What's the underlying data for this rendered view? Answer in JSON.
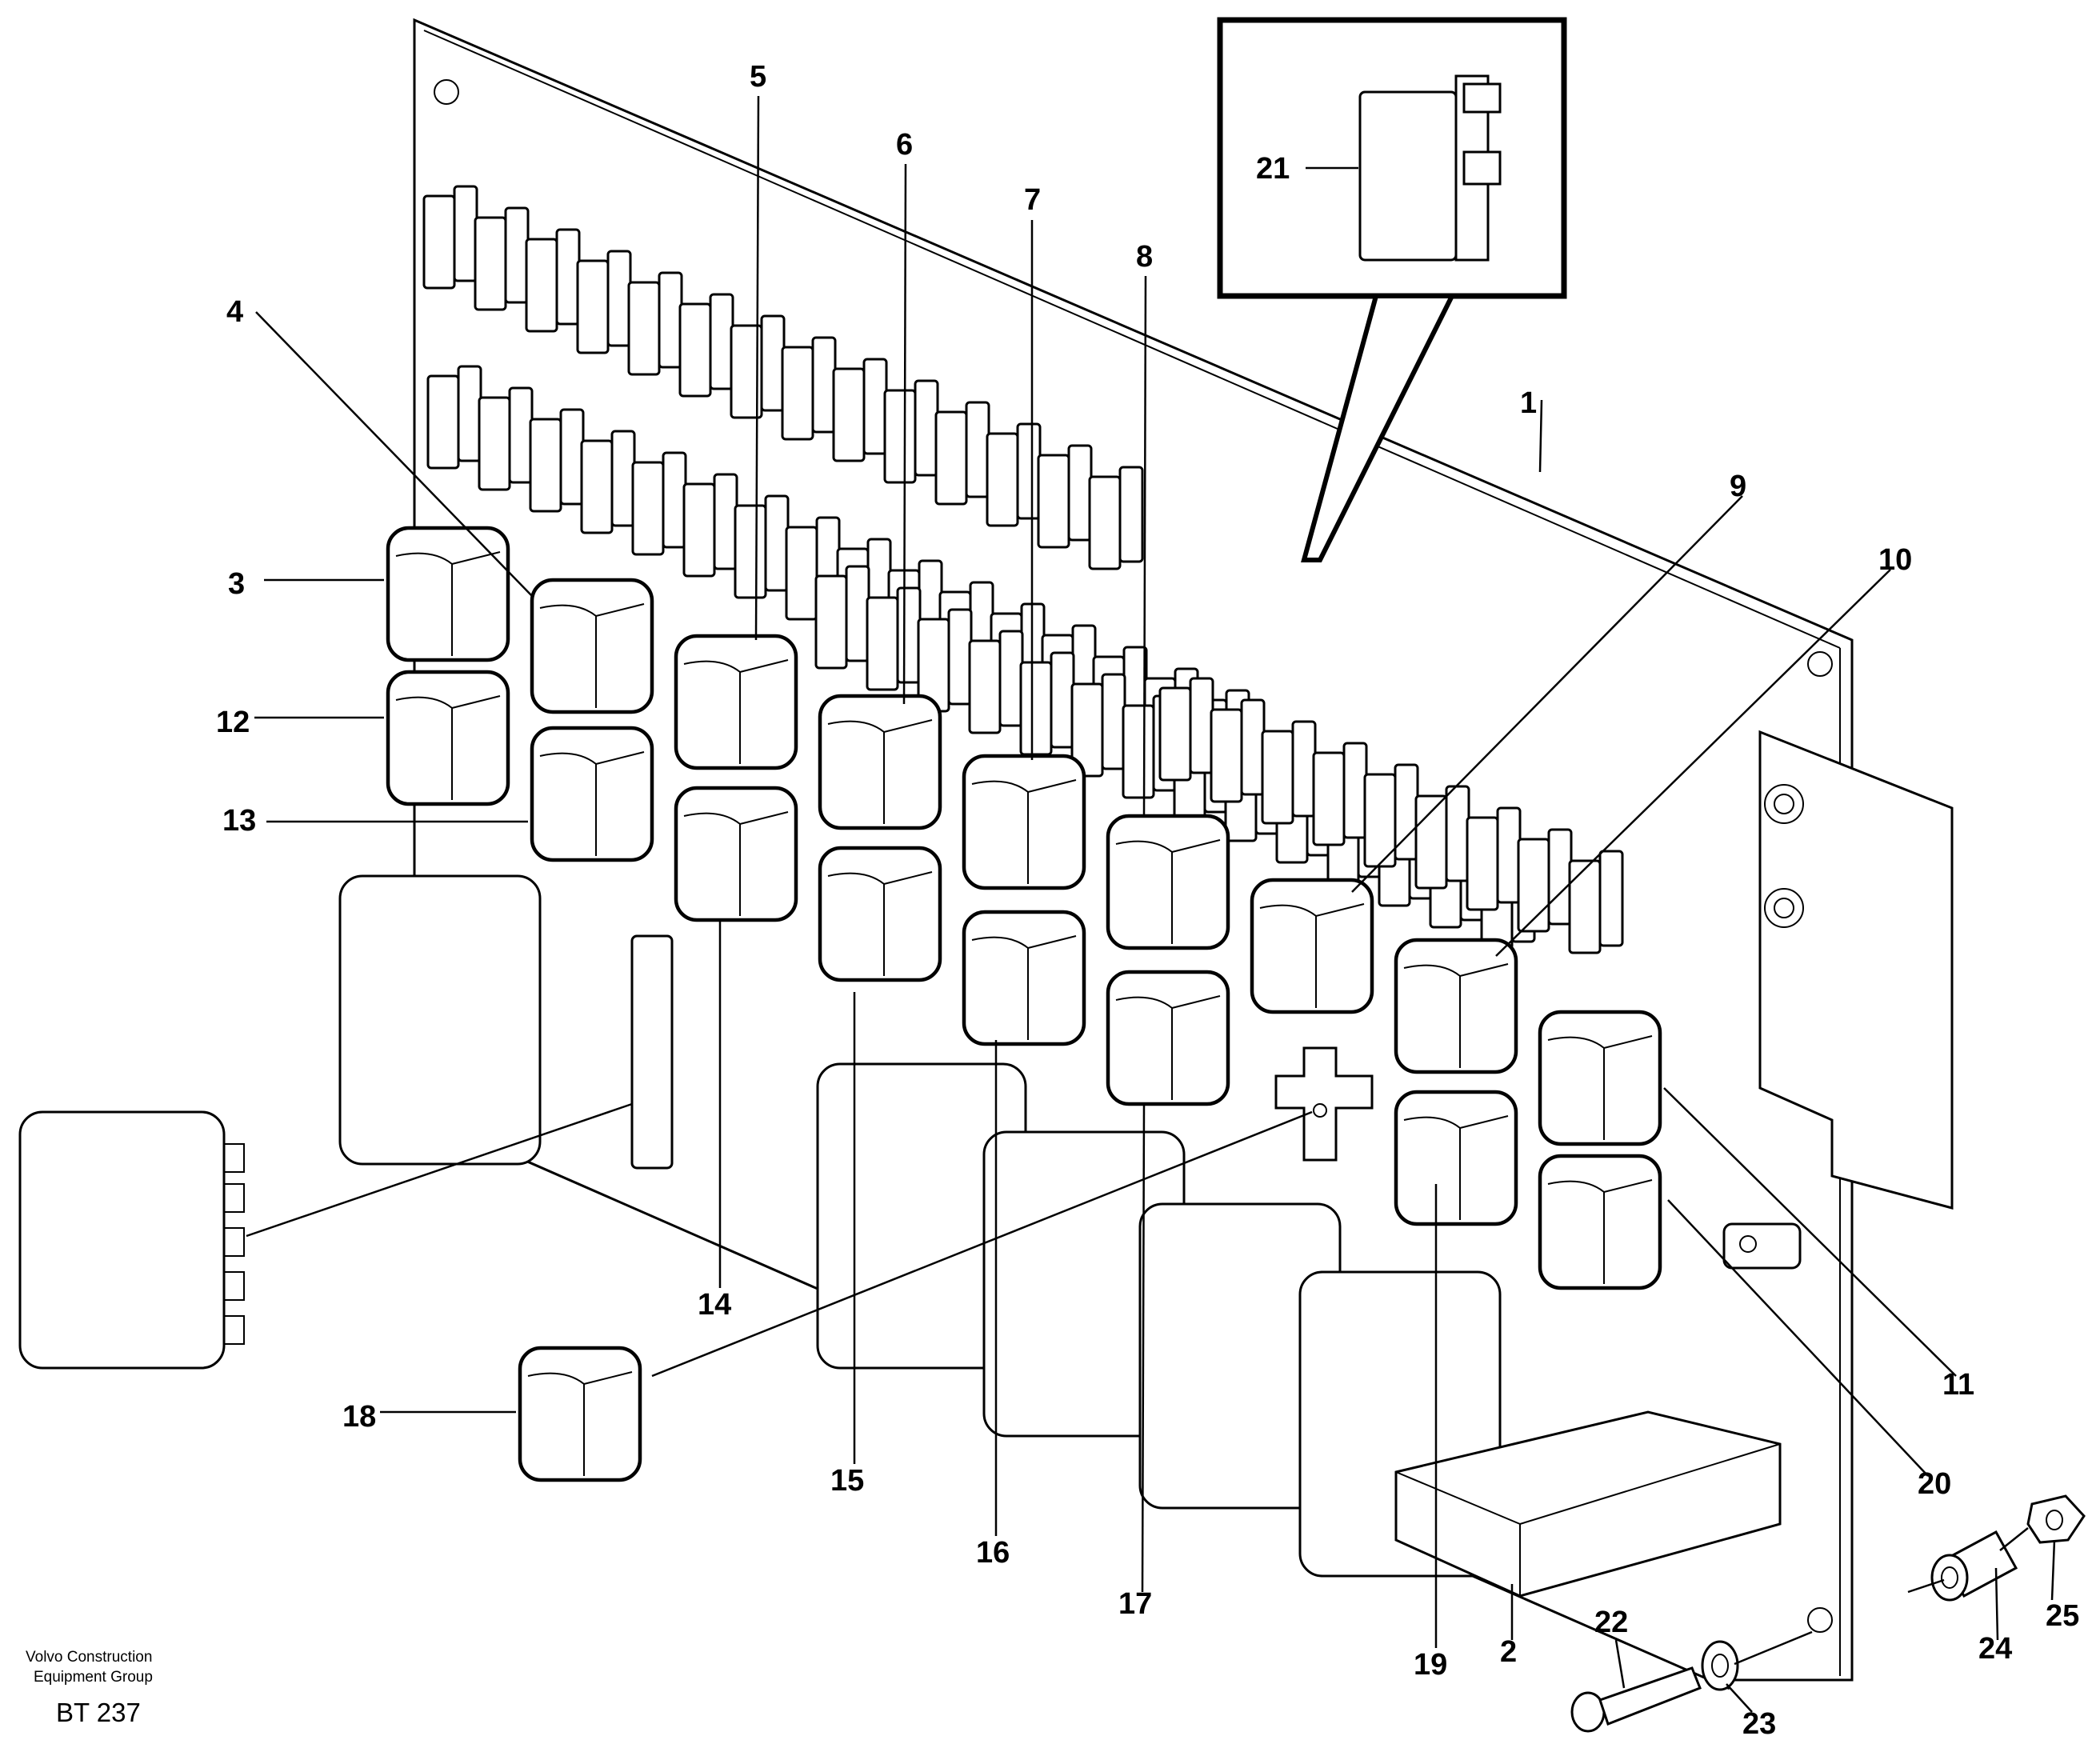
{
  "diagram": {
    "part_numbers": [
      "1",
      "2",
      "3",
      "4",
      "5",
      "6",
      "7",
      "8",
      "9",
      "10",
      "11",
      "12",
      "13",
      "14",
      "15",
      "16",
      "17",
      "18",
      "19",
      "20",
      "21",
      "22",
      "23",
      "24",
      "25"
    ]
  },
  "footer": {
    "company_line1": "Volvo Construction",
    "company_line2": "Equipment Group",
    "code": "BT 237"
  }
}
